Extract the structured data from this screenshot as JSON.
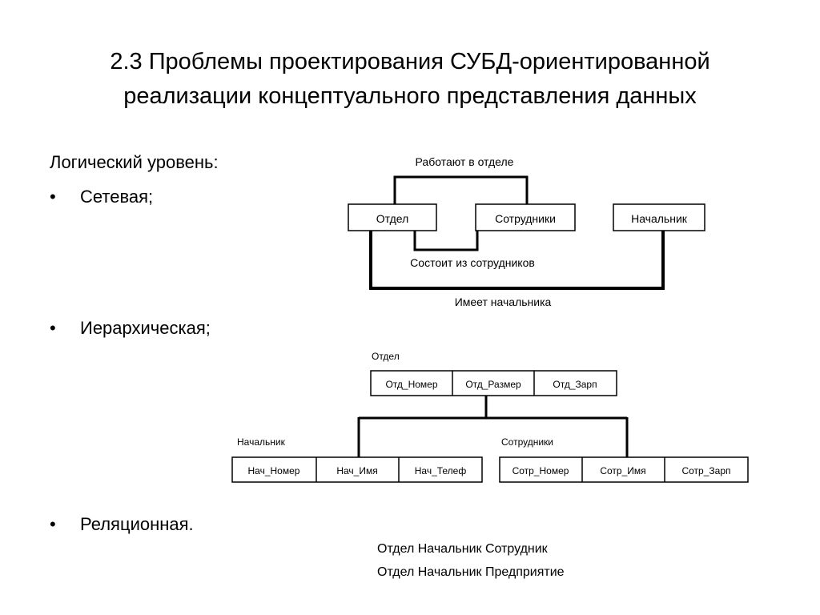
{
  "slide": {
    "title_line1": "2.3 Проблемы проектирования СУБД-ориентированной",
    "title_line2": "реализации концептуального представления данных",
    "logical_level": "Логический уровень:",
    "bullet_symbol": "•",
    "bullets": [
      "Сетевая;",
      "Иерархическая;",
      "Реляционная."
    ]
  },
  "network": {
    "nodes": [
      "Отдел",
      "Сотрудники",
      "Начальник"
    ],
    "links": [
      "Работают в отделе",
      "Состоит из сотрудников",
      "Имеет начальника"
    ]
  },
  "hierarchy": {
    "root": {
      "label": "Отдел",
      "fields": [
        "Отд_Номер",
        "Отд_Размер",
        "Отд_Зарп"
      ]
    },
    "left": {
      "label": "Начальник",
      "fields": [
        "Нач_Номер",
        "Нач_Имя",
        "Нач_Телеф"
      ]
    },
    "right": {
      "label": "Сотрудники",
      "fields": [
        "Сотр_Номер",
        "Сотр_Имя",
        "Сотр_Зарп"
      ]
    }
  },
  "relational": {
    "lines": [
      "Отдел Начальник Сотрудник",
      "Отдел Начальник Предприятие"
    ]
  }
}
